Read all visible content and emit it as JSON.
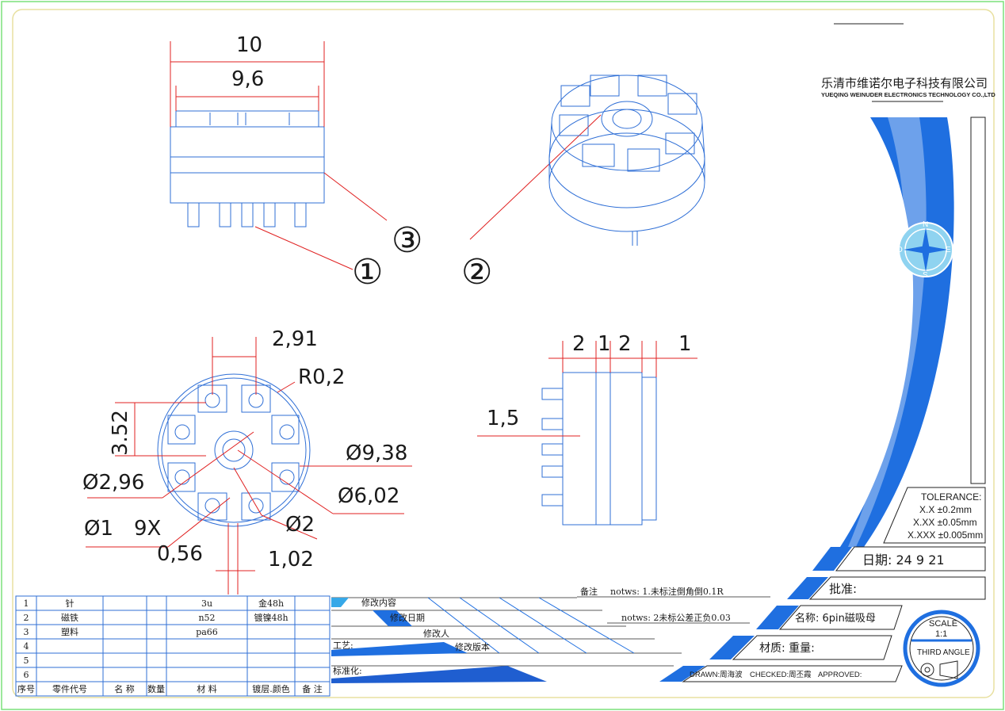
{
  "views": {
    "front": {
      "dim_top": "10",
      "dim_inner": "9,6"
    },
    "balloons": [
      "①",
      "③",
      "②"
    ],
    "top": {
      "d_pitch": "2,91",
      "d_radius": "R0,2",
      "d_vert": "3.52",
      "d_outer": "Ø9,38",
      "d_hole": "Ø2,96",
      "d_mid": "Ø6,02",
      "d_pin": "Ø1　9X",
      "d_small": "Ø2",
      "d_056": "0,56",
      "d_102": "1,02"
    },
    "side": {
      "d_2a": "2",
      "d_1a": "1",
      "d_2b": "2",
      "d_1b": "1",
      "d_15": "1,5"
    }
  },
  "company": {
    "name_cn": "乐清市维诺尔电子科技有限公司",
    "name_en": "YUEQING WEINUDER ELECTRONICS TECHNOLOGY CO.,LTD"
  },
  "tolerance": {
    "title": "TOLERANCE:",
    "l1": "X.X  ±0.2mm",
    "l2": "X.XX  ±0.05mm",
    "l3": "X.XXX  ±0.005mm"
  },
  "title_block": {
    "date": "日期:  24  9  21",
    "approve": "批准:",
    "name": "名称: 6pin磁吸母",
    "material": "材质:    重量:",
    "drawn": "DRAWN:周海波",
    "checked": "CHECKED:周丕霞",
    "approved": "APPROVED:",
    "scale_label": "SCALE",
    "scale_value": "1:1",
    "angle": "THIRD ANGLE"
  },
  "notes": {
    "label": "备注",
    "n1": "notws: 1.未标注倒角倒0.1R",
    "n2": "notws: 2未标公差正负0.03"
  },
  "revision": {
    "content": "修改内容",
    "date": "修改日期",
    "person": "修改人",
    "version": "修改版本",
    "process": "工艺:",
    "standard": "标准化:"
  },
  "bom": {
    "headers": [
      "序号",
      "零件代号",
      "名 称",
      "数量",
      "材  料",
      "镀层.颜色",
      "备 注"
    ],
    "rows": [
      [
        "1",
        "针",
        "",
        "",
        "3u",
        "金48h",
        ""
      ],
      [
        "2",
        "磁铁",
        "",
        "",
        "n52",
        "镀镍48h",
        ""
      ],
      [
        "3",
        "塑料",
        "",
        "",
        "pa66",
        "",
        ""
      ],
      [
        "4",
        "",
        "",
        "",
        "",
        "",
        ""
      ],
      [
        "5",
        "",
        "",
        "",
        "",
        "",
        ""
      ],
      [
        "6",
        "",
        "",
        "",
        "",
        "",
        ""
      ]
    ]
  },
  "compass": {
    "n": "N",
    "s": "S",
    "e": "E",
    "w": "O"
  },
  "colors": {
    "border": "#7be07b",
    "line": "#2f6fd6",
    "dim": "#e02020",
    "accent": "#1f6fe0"
  }
}
